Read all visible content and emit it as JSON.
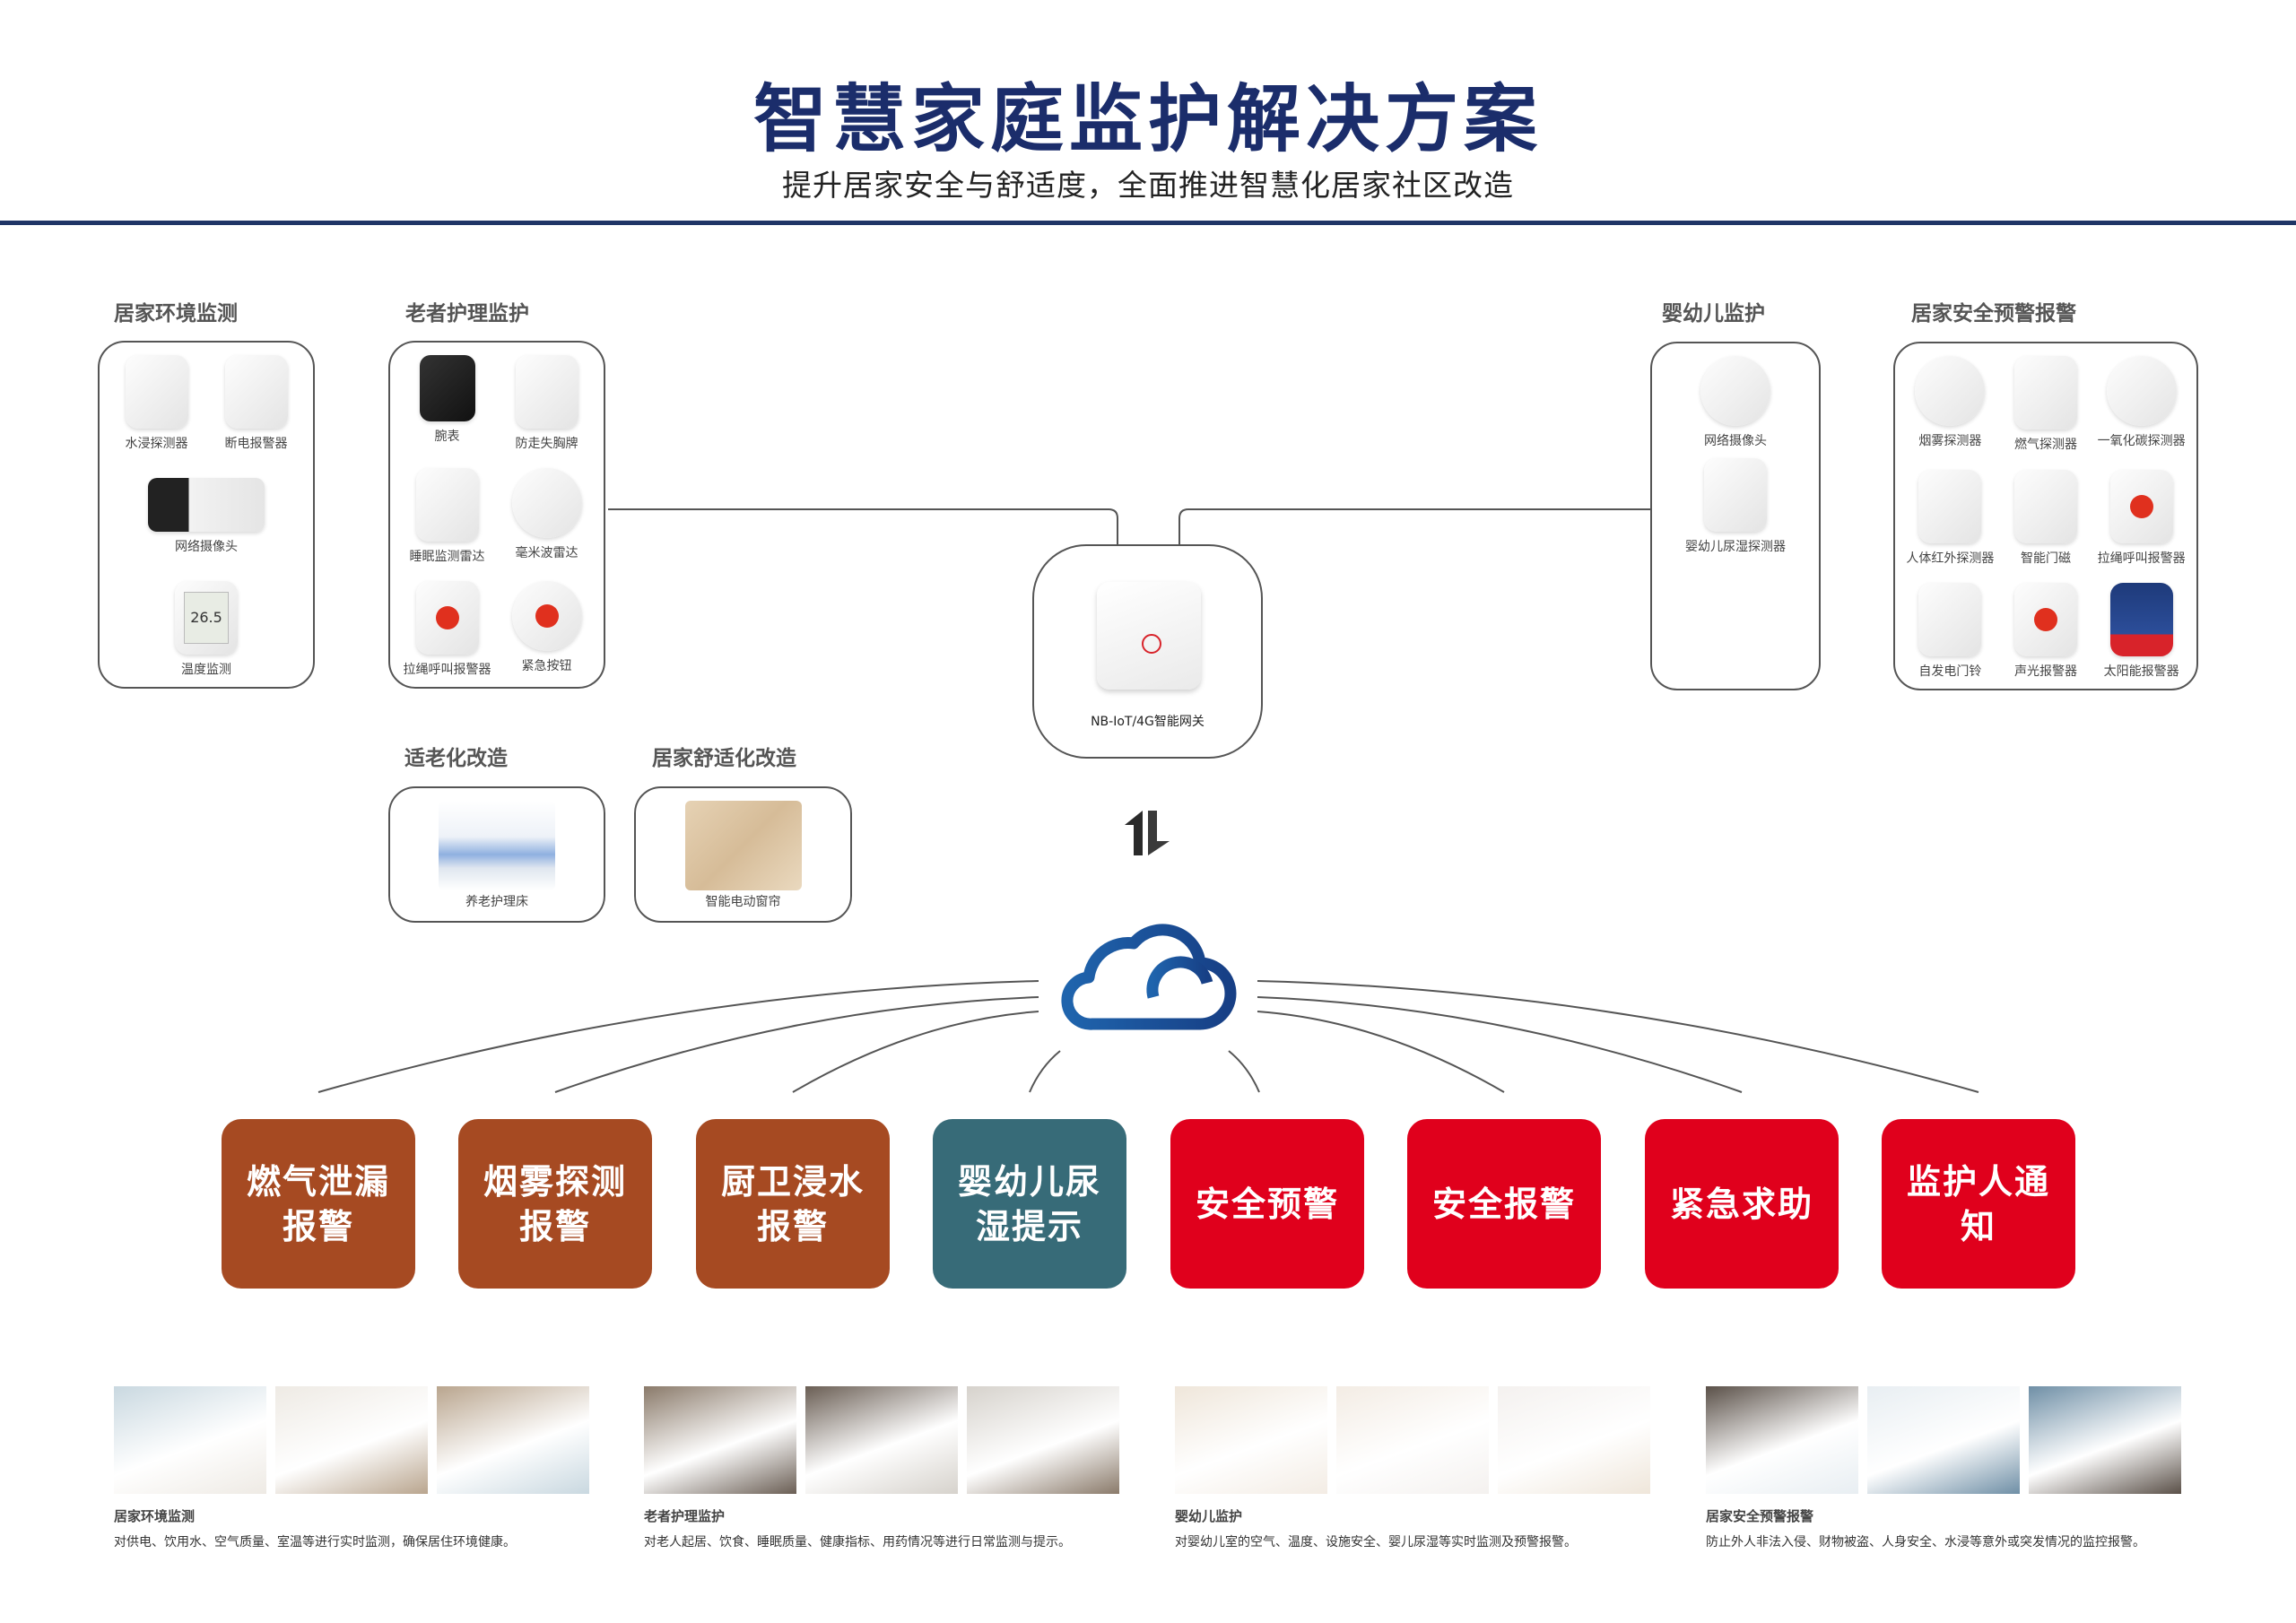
{
  "header": {
    "title": "智慧家庭监护解决方案",
    "subtitle": "提升居家安全与舒适度，全面推进智慧化居家社区改造"
  },
  "colors": {
    "title": "#1b2d6b",
    "brown": "#a64a22",
    "teal": "#376b78",
    "red": "#e0001c",
    "cloud": "#1d5aa0"
  },
  "groups": [
    {
      "label": "居家环境监测",
      "items": [
        {
          "name": "水浸探测器",
          "icon": "white"
        },
        {
          "name": "断电报警器",
          "icon": "white"
        },
        {
          "name": "网络摄像头",
          "icon": "camera"
        },
        {
          "name": "温度监测",
          "icon": "lcd"
        }
      ]
    },
    {
      "label": "老者护理监护",
      "items": [
        {
          "name": "腕表",
          "icon": "dark"
        },
        {
          "name": "防走失胸牌",
          "icon": "white"
        },
        {
          "name": "睡眠监测雷达",
          "icon": "white"
        },
        {
          "name": "毫米波雷达",
          "icon": "round"
        },
        {
          "name": "拉绳呼叫报警器",
          "icon": "red"
        },
        {
          "name": "紧急按钮",
          "icon": "red round"
        }
      ]
    },
    {
      "label": "婴幼儿监护",
      "items": [
        {
          "name": "网络摄像头",
          "icon": "round"
        },
        {
          "name": "婴幼儿尿湿探测器",
          "icon": "white"
        }
      ]
    },
    {
      "label": "居家安全预警报警",
      "items": [
        {
          "name": "烟雾探测器",
          "icon": "round"
        },
        {
          "name": "燃气探测器",
          "icon": "white"
        },
        {
          "name": "一氧化碳探测器",
          "icon": "round"
        },
        {
          "name": "人体红外探测器",
          "icon": "white"
        },
        {
          "name": "智能门磁",
          "icon": "white"
        },
        {
          "name": "拉绳呼叫报警器",
          "icon": "red"
        },
        {
          "name": "自发电门铃",
          "icon": "white"
        },
        {
          "name": "声光报警器",
          "icon": "red"
        },
        {
          "name": "太阳能报警器",
          "icon": "solar"
        }
      ]
    }
  ],
  "gateway": {
    "label": "NB-IoT/4G智能网关"
  },
  "retrofit": [
    {
      "label": "适老化改造",
      "item": "养老护理床"
    },
    {
      "label": "居家舒适化改造",
      "item": "智能电动窗帘"
    }
  ],
  "alerts": [
    {
      "text": "燃气泄漏报警",
      "color": "brown"
    },
    {
      "text": "烟雾探测报警",
      "color": "brown"
    },
    {
      "text": "厨卫浸水报警",
      "color": "brown"
    },
    {
      "text": "婴幼儿尿湿提示",
      "color": "teal"
    },
    {
      "text": "安全预警",
      "color": "red"
    },
    {
      "text": "安全报警",
      "color": "red"
    },
    {
      "text": "紧急求助",
      "color": "red"
    },
    {
      "text": "监护人通知",
      "color": "red"
    }
  ],
  "scenarios": [
    {
      "title": "居家环境监测",
      "desc": "对供电、饮用水、空气质量、室温等进行实时监测，确保居住环境健康。"
    },
    {
      "title": "老者护理监护",
      "desc": "对老人起居、饮食、睡眠质量、健康指标、用药情况等进行日常监测与提示。"
    },
    {
      "title": "婴幼儿监护",
      "desc": "对婴幼儿室的空气、温度、设施安全、婴儿尿湿等实时监测及预警报警。"
    },
    {
      "title": "居家安全预警报警",
      "desc": "防止外人非法入侵、财物被盗、人身安全、水浸等意外或突发情况的监控报警。"
    }
  ]
}
